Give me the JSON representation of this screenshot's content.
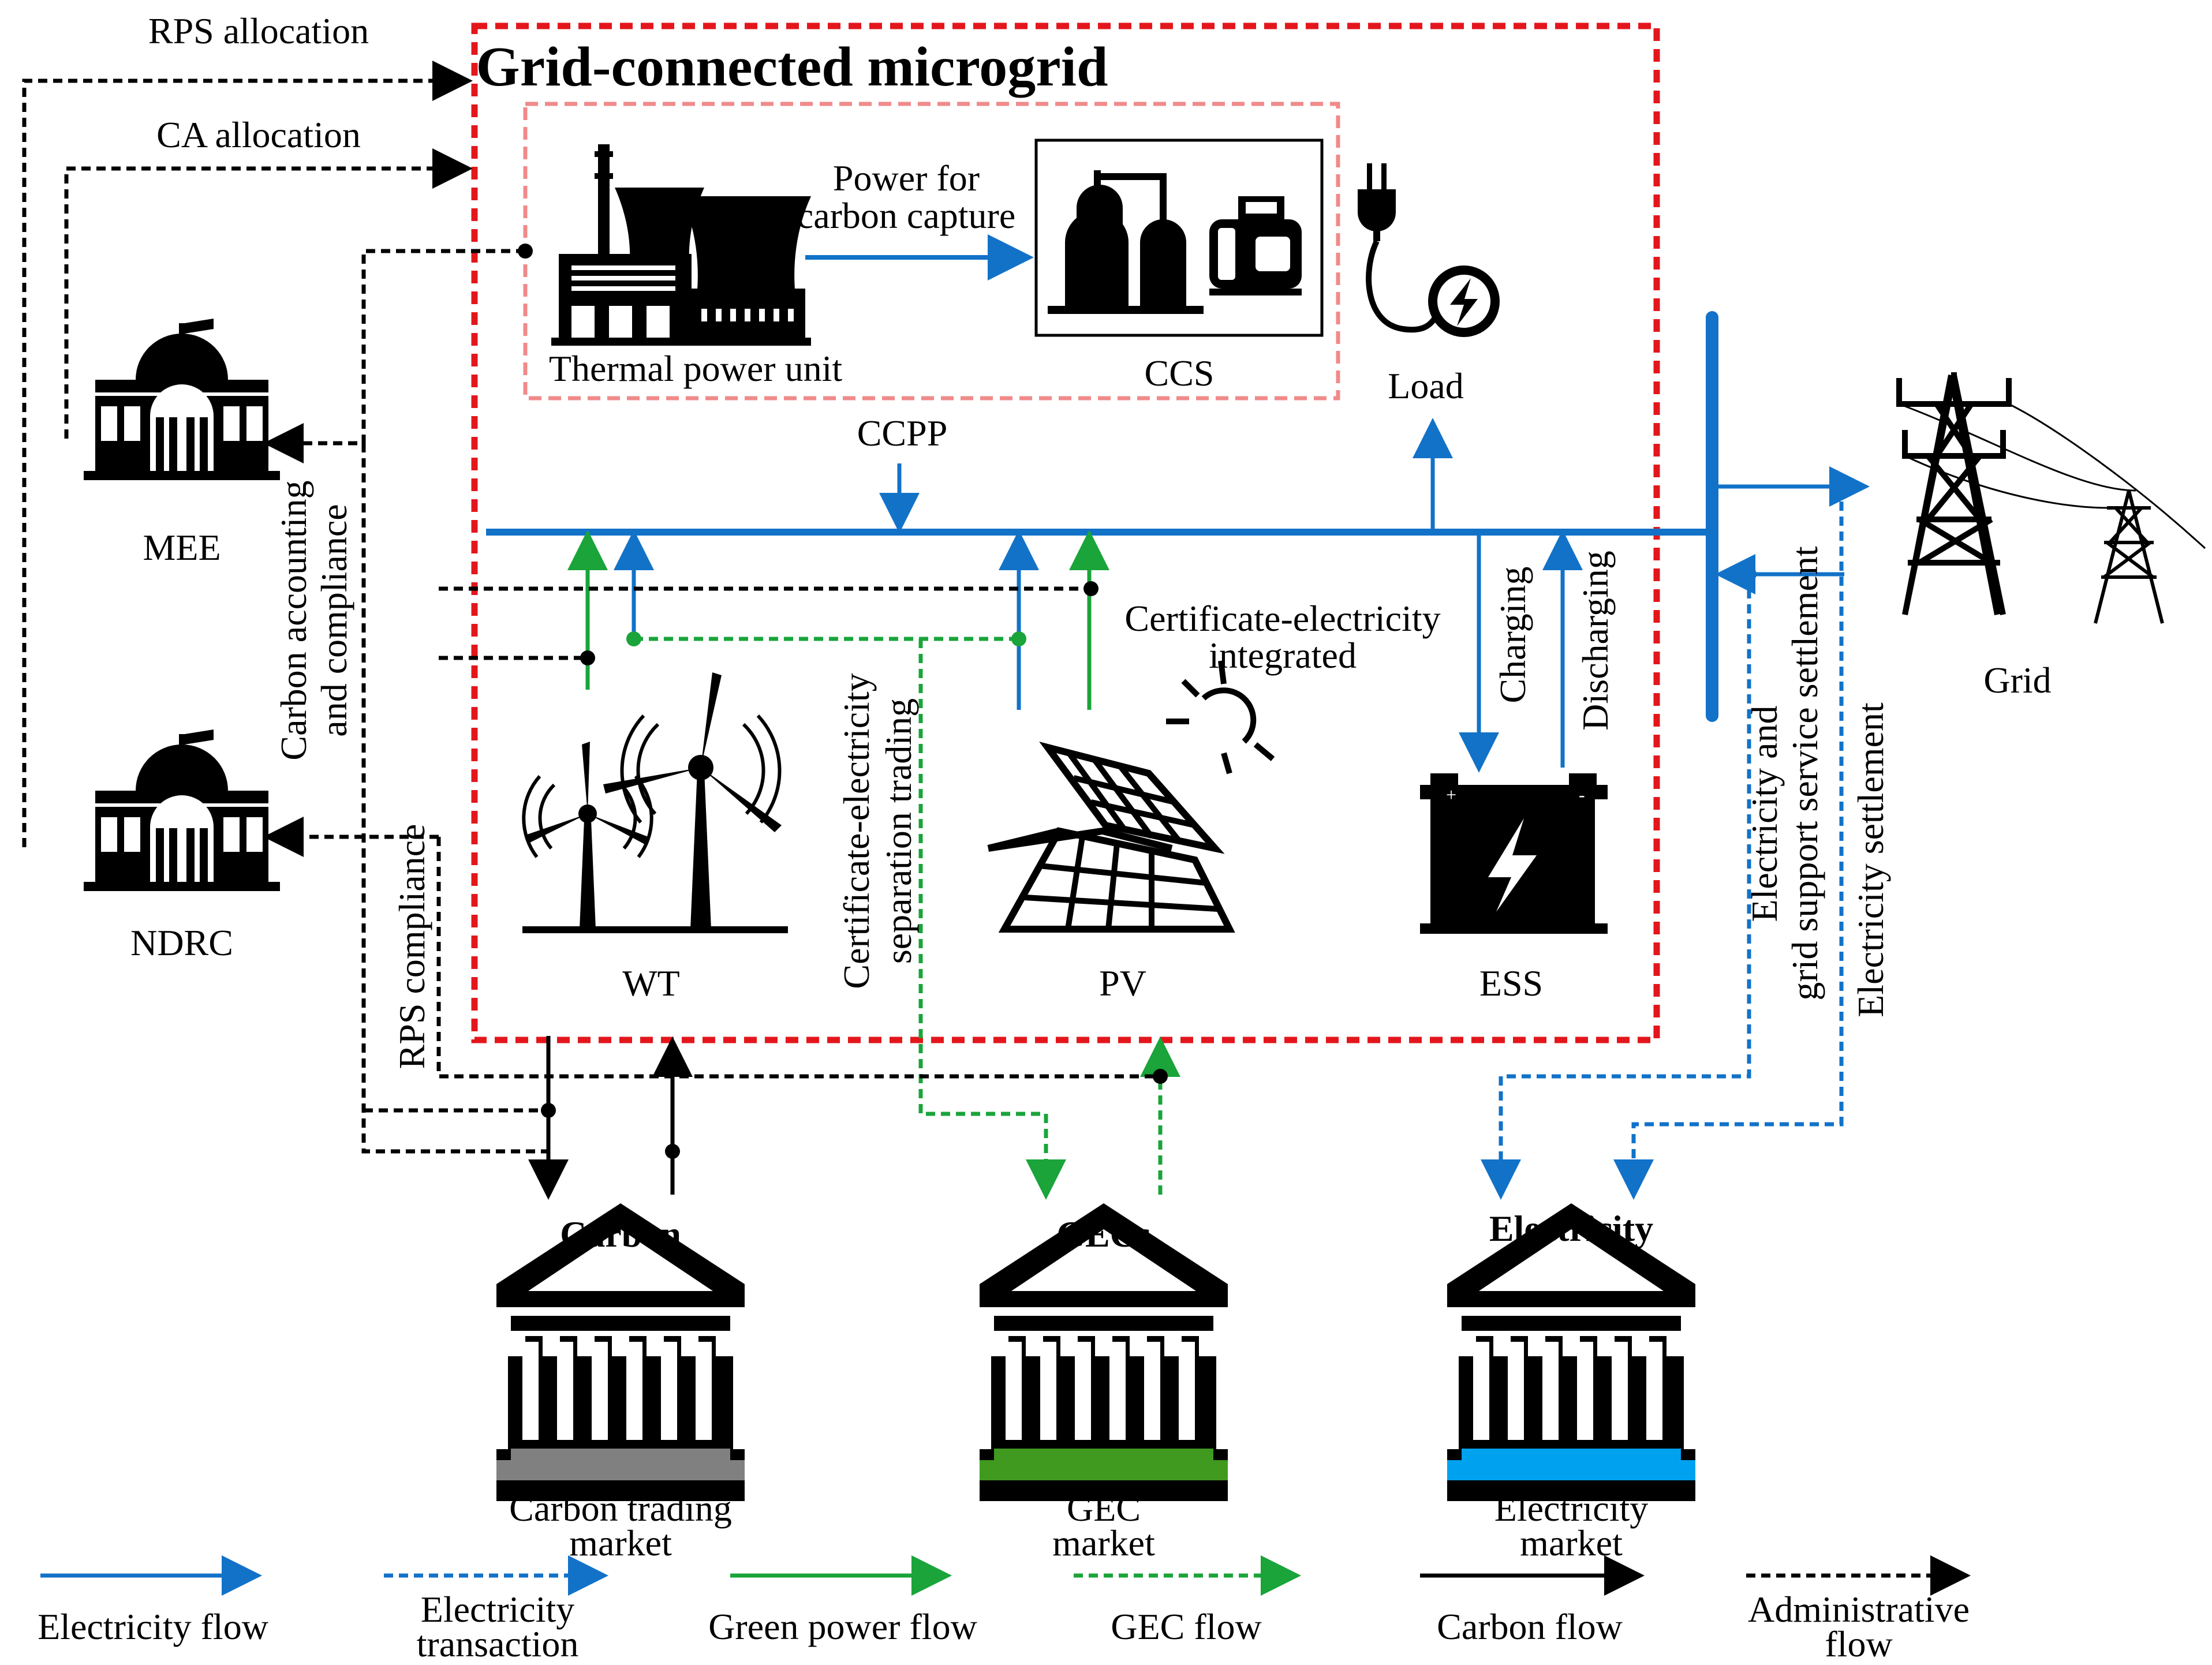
{
  "title": "Grid-connected microgrid",
  "agencies": {
    "mee": "MEE",
    "ndrc": "NDRC"
  },
  "admin_labels": {
    "rps_allocation": "RPS allocation",
    "ca_allocation": "CA allocation",
    "carbon_accounting_1": "Carbon accounting",
    "carbon_accounting_2": "and compliance",
    "rps_compliance": "RPS compliance"
  },
  "units": {
    "thermal": "Thermal power unit",
    "ccs": "CCS",
    "power_for_cc_1": "Power for",
    "power_for_cc_2": "carbon capture",
    "load": "Load",
    "ccpp": "CCPP",
    "wt": "WT",
    "pv": "PV",
    "ess": "ESS",
    "grid": "Grid"
  },
  "flow_labels": {
    "cert_integrated_1": "Certificate-electricity",
    "cert_integrated_2": "integrated",
    "cert_sep_1": "Certificate-electricity",
    "cert_sep_2": "separation trading",
    "charging": "Charging",
    "discharging": "Discharging",
    "elec_grid_support_1": "Electricity and",
    "elec_grid_support_2": "grid support service settlement",
    "elec_settlement": "Electricity settlement"
  },
  "markets": {
    "carbon": {
      "sign": "Carbon",
      "name_1": "Carbon trading",
      "name_2": "market",
      "color": "#808080"
    },
    "gec": {
      "sign": "GECs",
      "name_1": "GEC",
      "name_2": "market",
      "color": "#3f9a1f"
    },
    "electricity": {
      "sign": "Electricity",
      "name_1": "Electricity",
      "name_2": "market",
      "color": "#00a2f0"
    }
  },
  "legend": {
    "electricity_flow": "Electricity flow",
    "electricity_transaction_1": "Electricity",
    "electricity_transaction_2": "transaction",
    "green_power_flow": "Green power flow",
    "gec_flow": "GEC flow",
    "carbon_flow": "Carbon flow",
    "administrative_flow_1": "Administrative",
    "administrative_flow_2": "flow"
  },
  "colors": {
    "electricity": "#1272c8",
    "green": "#1aa43a",
    "carbon": "#000000",
    "microgrid_border": "#e3161c",
    "inner_border": "#f08a8a"
  }
}
